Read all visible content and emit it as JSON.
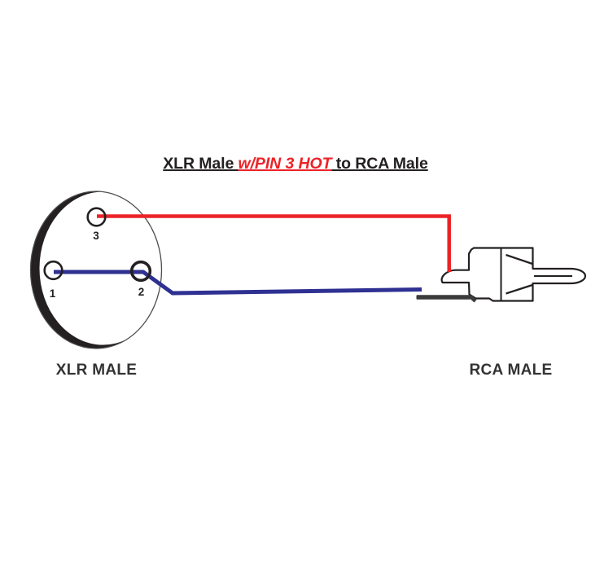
{
  "title": {
    "part1": "XLR Male ",
    "part2": "w/PIN 3 HOT",
    "part3": " to RCA Male"
  },
  "connectors": {
    "xlr": {
      "label": "XLR MALE",
      "view": "front view of XLR male connector",
      "pins": [
        {
          "number": "1"
        },
        {
          "number": "2"
        },
        {
          "number": "3"
        }
      ]
    },
    "rca": {
      "label": "RCA MALE",
      "view": "side view of RCA male plug"
    }
  },
  "wires": [
    {
      "id": "hot",
      "color": "#EC2227",
      "connection": "XLR pin 3 to RCA center pin tab"
    },
    {
      "id": "ground",
      "color": "#2E3192",
      "connection": "XLR pin 1 jumpered to pin 2, then to RCA sleeve tab"
    }
  ],
  "colors": {
    "hot_wire": "#EC2227",
    "ground_wire": "#2E3192",
    "outline": "#242021",
    "ground_bar": "#3B3B3B",
    "title_red": "#EC2227",
    "title_black": "#242021",
    "label_text": "#333333",
    "background": "#FFFFFF"
  }
}
